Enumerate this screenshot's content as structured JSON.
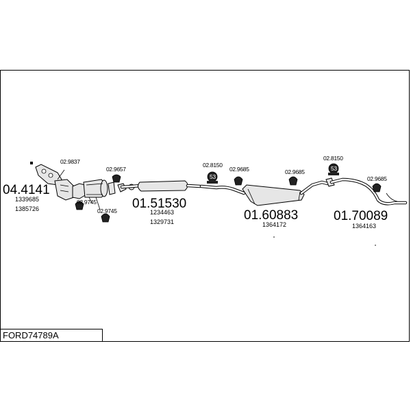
{
  "vehicle_code": "FORD74789A",
  "groups": [
    {
      "part": "04.4141",
      "refs": [
        "1339685",
        "1385726"
      ]
    },
    {
      "part": "01.51530",
      "refs": [
        "1234463",
        "1329731"
      ]
    },
    {
      "part": "01.60883",
      "refs": [
        "1364172"
      ]
    },
    {
      "part": "01.70089",
      "refs": [
        "1364163"
      ]
    }
  ],
  "accessories": [
    {
      "code": "02.9837"
    },
    {
      "code": "02.9745"
    },
    {
      "code": "02.9745"
    },
    {
      "code": "02.9657"
    },
    {
      "code": "02.8150",
      "tag": "53"
    },
    {
      "code": "02.9685"
    },
    {
      "code": "02.9685"
    },
    {
      "code": "02.8150",
      "tag": "53"
    },
    {
      "code": "02.9685"
    }
  ]
}
